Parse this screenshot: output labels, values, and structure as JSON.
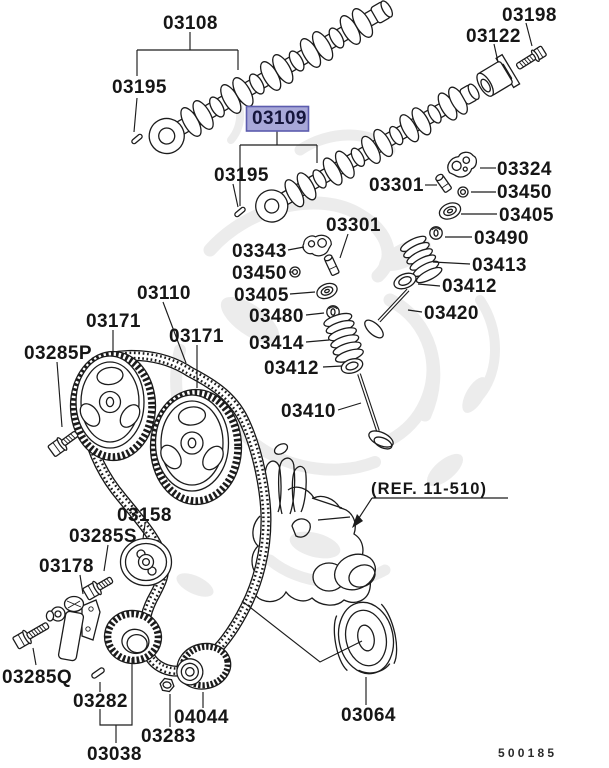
{
  "meta": {
    "description": "Exploded engine timing diagram: camshafts, valve train, timing belt and sprockets",
    "sheet_code": "500185",
    "selected_part": "03109"
  },
  "colors": {
    "background": "#ffffff",
    "line": "#1c1c1c",
    "watermark": "#ececec",
    "highlight_fill": "#a8a8d8",
    "highlight_border": "#5c5cae"
  },
  "labels": {
    "p03108": "03108",
    "p03195": "03195",
    "p03109": "03109",
    "p03122": "03122",
    "p03198": "03198",
    "p03324": "03324",
    "p03301": "03301",
    "p03450": "03450",
    "p03405": "03405",
    "p03490": "03490",
    "p03413": "03413",
    "p03412": "03412",
    "p03420": "03420",
    "p03343": "03343",
    "p03480": "03480",
    "p03414": "03414",
    "p03410": "03410",
    "p03110": "03110",
    "p03171": "03171",
    "p03285P": "03285P",
    "p03158": "03158",
    "p03285S": "03285S",
    "p03178": "03178",
    "p03285Q": "03285Q",
    "p03282": "03282",
    "p04044": "04044",
    "p03283": "03283",
    "p03038": "03038",
    "p03064": "03064",
    "ref": "(REF. 11-510)",
    "sheet_code": "500185"
  }
}
